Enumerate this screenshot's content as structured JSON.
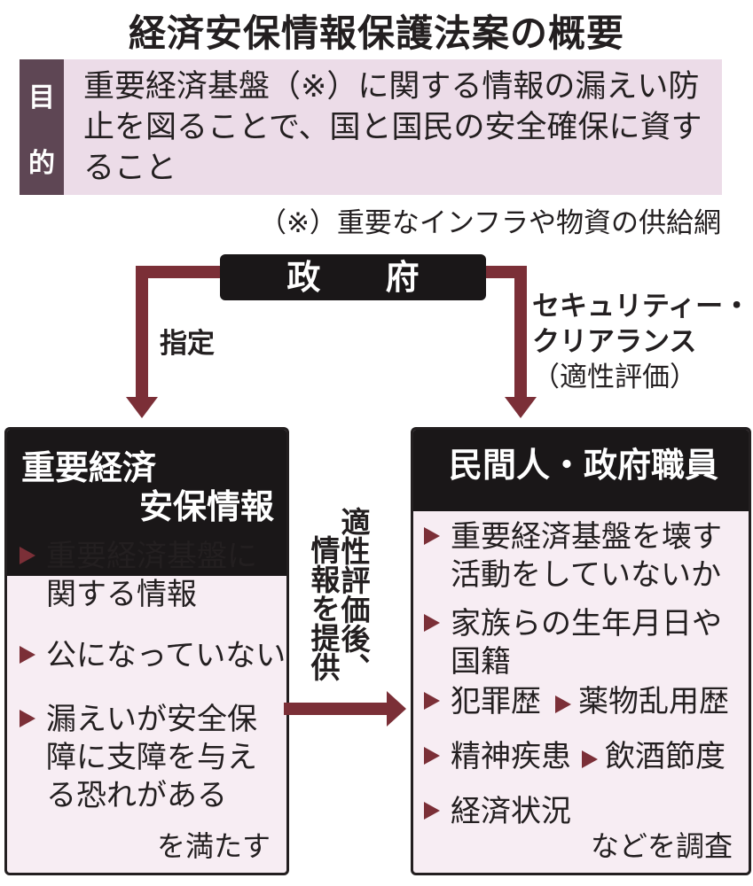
{
  "title": "経済安保情報保護法案の概要",
  "purpose": {
    "label": [
      "目",
      "的"
    ],
    "text": "重要経済基盤（※）に関する情報の漏えい防止を図ることで、国と国民の安全確保に資すること",
    "footnote": "（※）重要なインフラや物資の供給網"
  },
  "government": "政 府",
  "left_arrow_label": "指定",
  "right_arrow_label": [
    "セキュリティー・",
    "クリアランス",
    "（適性評価）"
  ],
  "middle_arrow_label": [
    "適性評価後、",
    "情報を提供"
  ],
  "left_box": {
    "title": [
      "重要経済",
      "安保情報"
    ],
    "items": [
      "重要経済基盤に関する情報",
      "公になっていない",
      "漏えいが安全保障に支障を与える恐れがある"
    ],
    "footer": "を満たす"
  },
  "right_box": {
    "title": "民間人・政府職員",
    "items": [
      "重要経済基盤を壊す活動をしていないか",
      "家族らの生年月日や国籍",
      "犯罪歴",
      "薬物乱用歴",
      "精神疾患",
      "飲酒節度",
      "経済状況"
    ],
    "footer": "などを調査"
  },
  "colors": {
    "accent": "#7b2f37",
    "purpose_bg": "#ecdce8",
    "label_bg": "#5e4654",
    "box_bg": "#f7edf3",
    "header": "#1a1718"
  }
}
